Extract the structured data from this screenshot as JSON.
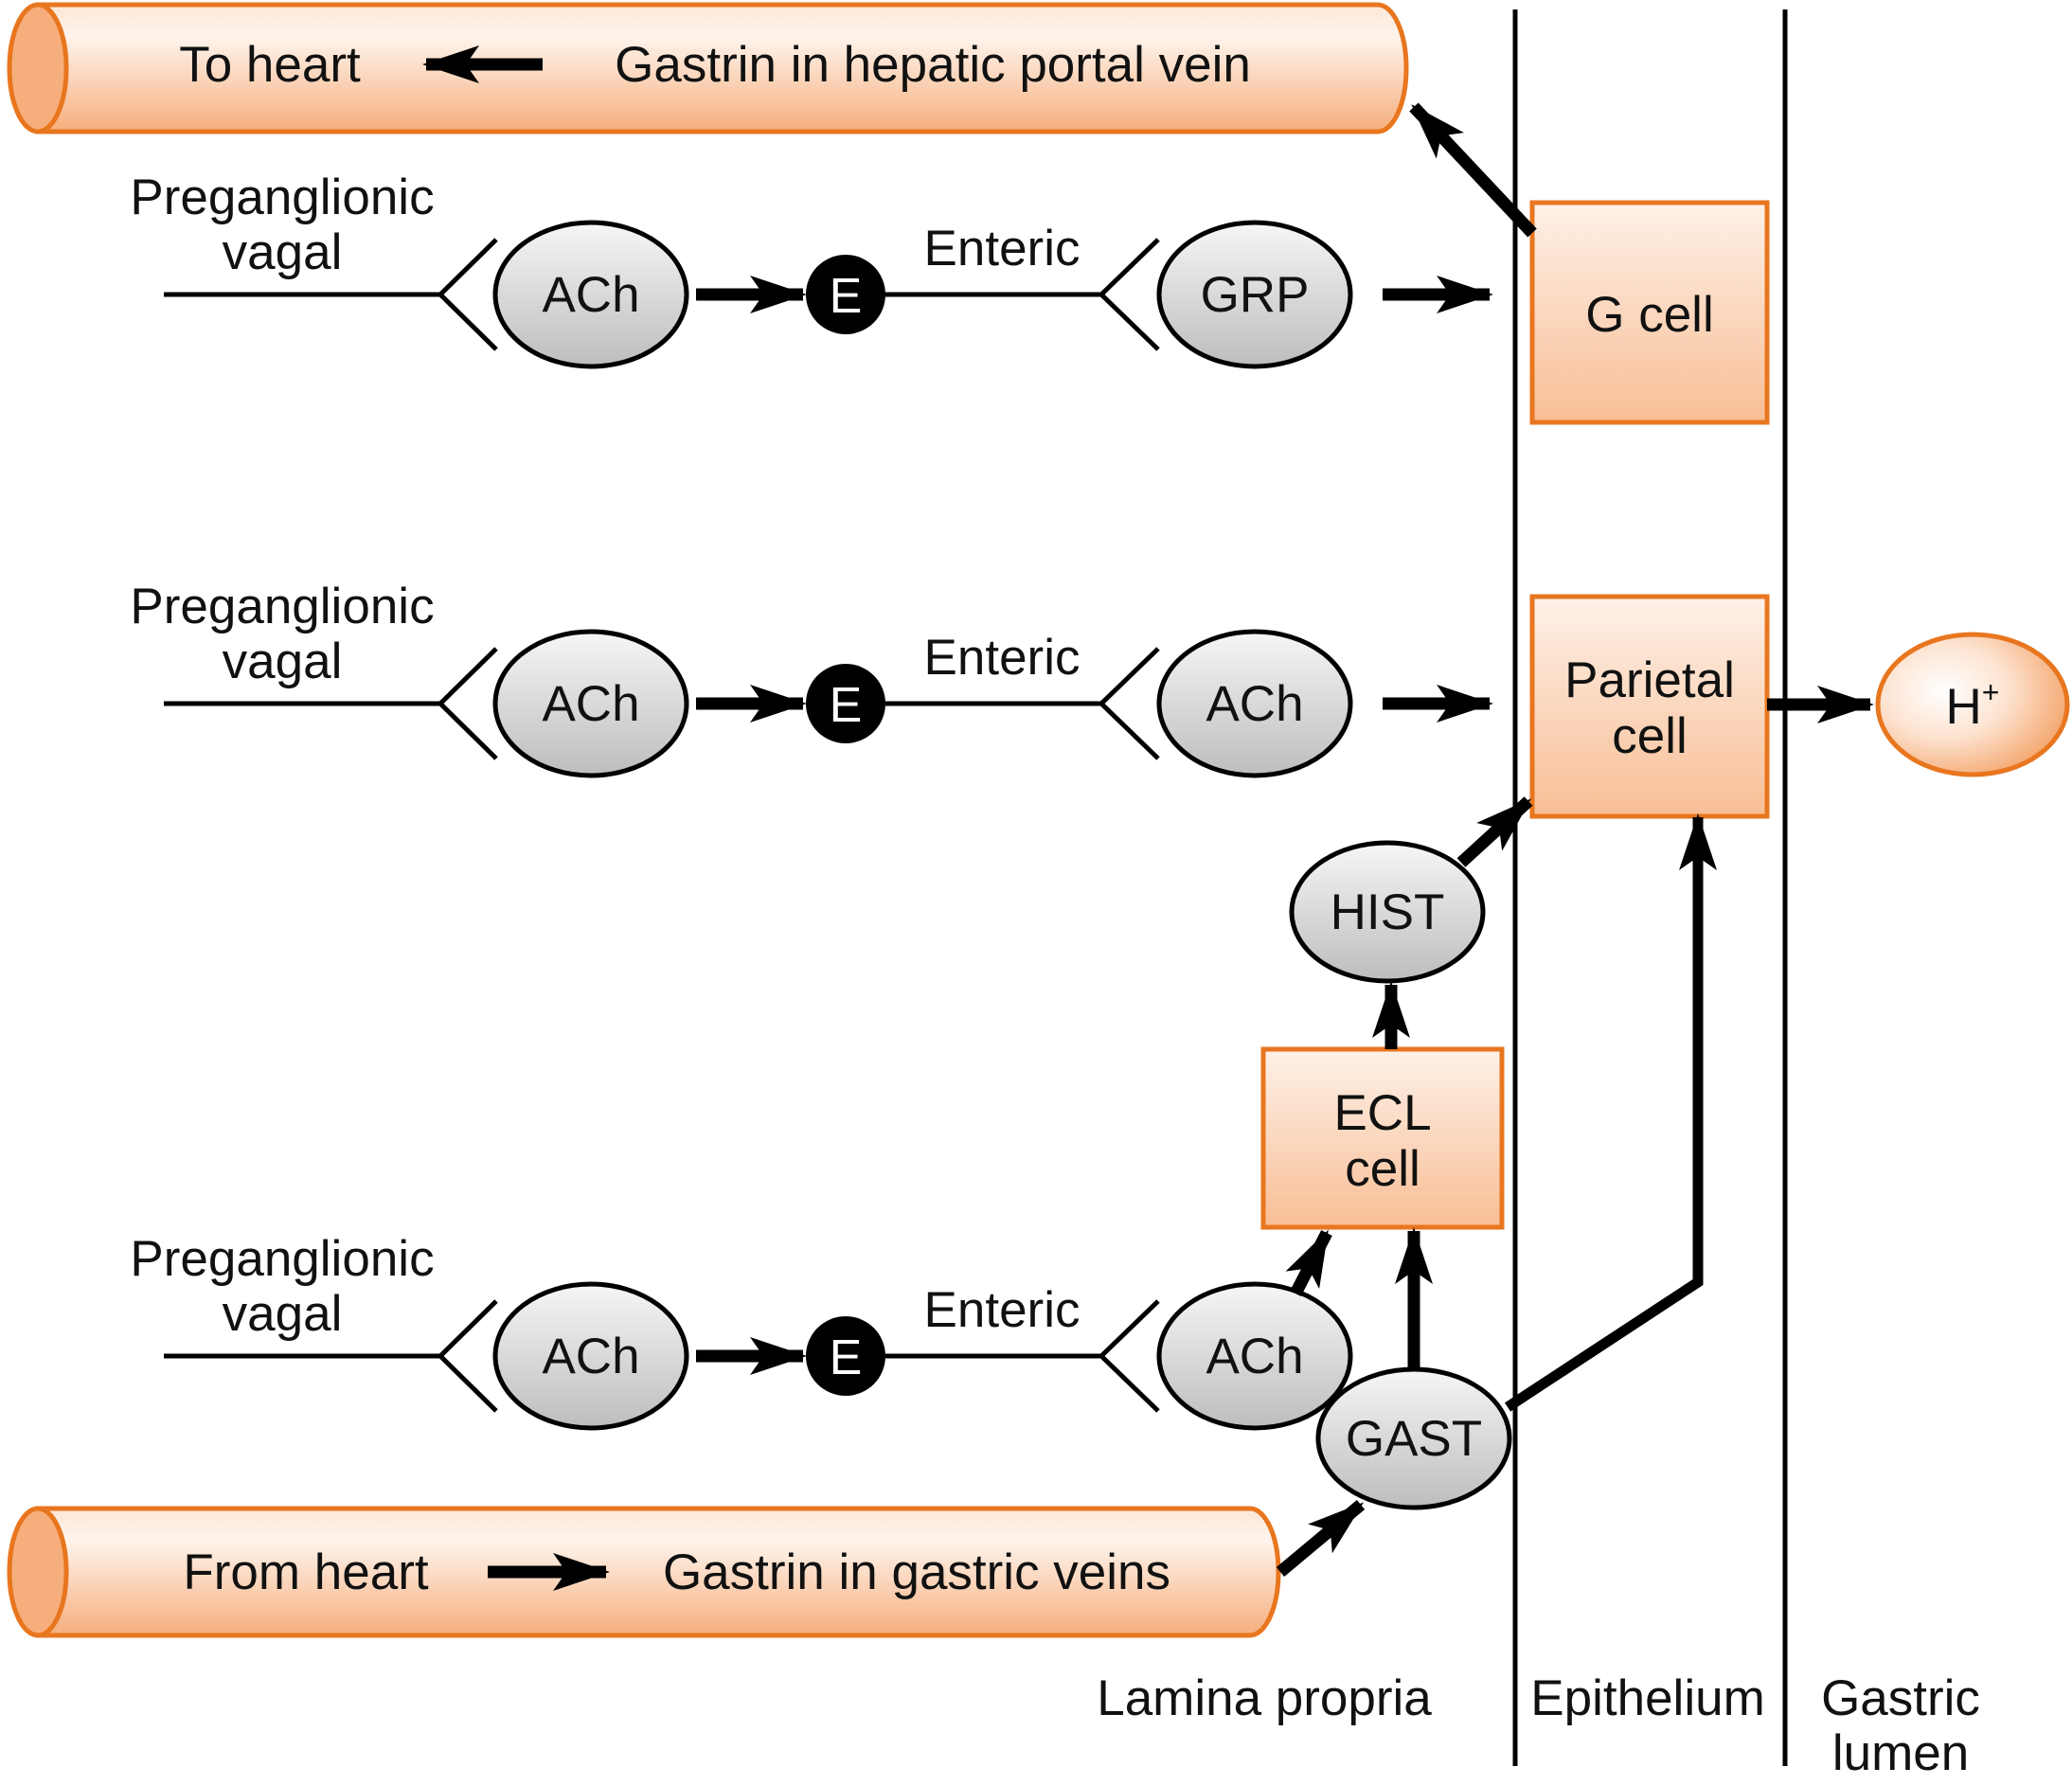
{
  "colors": {
    "orange_stroke": "#E8761F",
    "orange_fill_light": "#FDEADF",
    "orange_fill_dark": "#F6B183",
    "gray_fill_light": "#F2F2F2",
    "gray_fill_dark": "#BFBFBF",
    "line": "#000000"
  },
  "vessels": {
    "portal": {
      "left": "To heart",
      "right": "Gastrin in hepatic portal vein"
    },
    "gastric": {
      "left": "From heart",
      "right": "Gastrin in gastric veins"
    }
  },
  "pathways": [
    {
      "pre_label_line1": "Preganglionic",
      "pre_label_line2": "vagal",
      "pre_transmitter": "ACh",
      "ganglion": "E",
      "post_label": "Enteric",
      "post_transmitter": "GRP"
    },
    {
      "pre_label_line1": "Preganglionic",
      "pre_label_line2": "vagal",
      "pre_transmitter": "ACh",
      "ganglion": "E",
      "post_label": "Enteric",
      "post_transmitter": "ACh"
    },
    {
      "pre_label_line1": "Preganglionic",
      "pre_label_line2": "vagal",
      "pre_transmitter": "ACh",
      "ganglion": "E",
      "post_label": "Enteric",
      "post_transmitter": "ACh"
    }
  ],
  "cells": {
    "g_cell": "G cell",
    "parietal_line1": "Parietal",
    "parietal_line2": "cell",
    "ecl_line1": "ECL",
    "ecl_line2": "cell"
  },
  "mediators": {
    "hist": "HIST",
    "gast": "GAST",
    "h_plus_base": "H",
    "h_plus_sup": "+"
  },
  "regions": {
    "lamina_propria": "Lamina propria",
    "epithelium": "Epithelium",
    "gastric_line1": "Gastric",
    "gastric_line2": "lumen"
  }
}
